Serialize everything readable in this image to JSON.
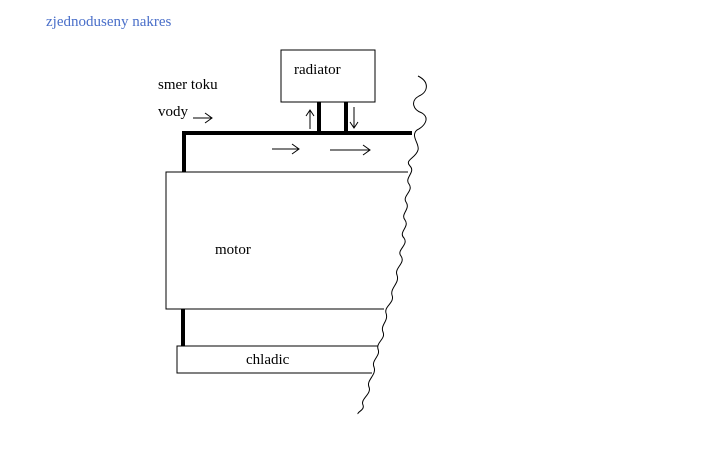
{
  "title": "zjednoduseny nakres",
  "labels": {
    "flow_direction_line1": "smer toku",
    "flow_direction_line2": "vody",
    "radiator": "radiator",
    "motor": "motor",
    "cooler": "chladic"
  },
  "colors": {
    "title": "#4a6fc9",
    "ink": "#000000",
    "background": "#ffffff"
  }
}
